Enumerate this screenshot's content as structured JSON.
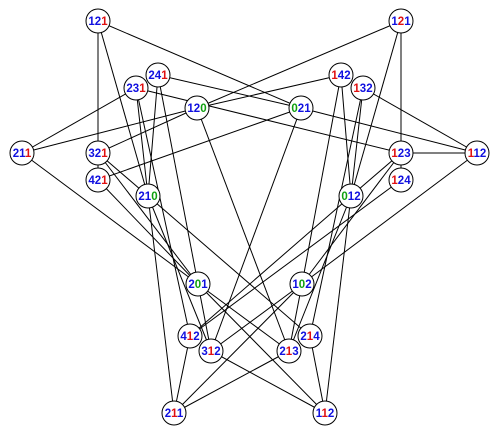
{
  "colors": {
    "blue": "#1010e0",
    "red": "#e01010",
    "green": "#10a010",
    "edge": "#000000",
    "node_fill": "#ffffff",
    "node_stroke": "#000000"
  },
  "nodes": [
    {
      "id": "n_top_left_121",
      "digits": [
        {
          "d": "1",
          "c": "blue"
        },
        {
          "d": "2",
          "c": "blue"
        },
        {
          "d": "1",
          "c": "red"
        }
      ]
    },
    {
      "id": "n_top_right_121",
      "digits": [
        {
          "d": "1",
          "c": "blue"
        },
        {
          "d": "2",
          "c": "red"
        },
        {
          "d": "1",
          "c": "blue"
        }
      ]
    },
    {
      "id": "n_241",
      "digits": [
        {
          "d": "2",
          "c": "blue"
        },
        {
          "d": "4",
          "c": "blue"
        },
        {
          "d": "1",
          "c": "red"
        }
      ]
    },
    {
      "id": "n_231",
      "digits": [
        {
          "d": "2",
          "c": "blue"
        },
        {
          "d": "3",
          "c": "blue"
        },
        {
          "d": "1",
          "c": "red"
        }
      ]
    },
    {
      "id": "n_120",
      "digits": [
        {
          "d": "1",
          "c": "blue"
        },
        {
          "d": "2",
          "c": "blue"
        },
        {
          "d": "0",
          "c": "green"
        }
      ]
    },
    {
      "id": "n_142",
      "digits": [
        {
          "d": "1",
          "c": "red"
        },
        {
          "d": "4",
          "c": "blue"
        },
        {
          "d": "2",
          "c": "blue"
        }
      ]
    },
    {
      "id": "n_132",
      "digits": [
        {
          "d": "1",
          "c": "red"
        },
        {
          "d": "3",
          "c": "blue"
        },
        {
          "d": "2",
          "c": "blue"
        }
      ]
    },
    {
      "id": "n_021",
      "digits": [
        {
          "d": "0",
          "c": "green"
        },
        {
          "d": "2",
          "c": "blue"
        },
        {
          "d": "1",
          "c": "blue"
        }
      ]
    },
    {
      "id": "n_211_left",
      "digits": [
        {
          "d": "2",
          "c": "blue"
        },
        {
          "d": "1",
          "c": "blue"
        },
        {
          "d": "1",
          "c": "red"
        }
      ]
    },
    {
      "id": "n_321",
      "digits": [
        {
          "d": "3",
          "c": "blue"
        },
        {
          "d": "2",
          "c": "blue"
        },
        {
          "d": "1",
          "c": "red"
        }
      ]
    },
    {
      "id": "n_123",
      "digits": [
        {
          "d": "1",
          "c": "red"
        },
        {
          "d": "2",
          "c": "blue"
        },
        {
          "d": "3",
          "c": "blue"
        }
      ]
    },
    {
      "id": "n_112_right",
      "digits": [
        {
          "d": "1",
          "c": "red"
        },
        {
          "d": "1",
          "c": "blue"
        },
        {
          "d": "2",
          "c": "blue"
        }
      ]
    },
    {
      "id": "n_421",
      "digits": [
        {
          "d": "4",
          "c": "blue"
        },
        {
          "d": "2",
          "c": "blue"
        },
        {
          "d": "1",
          "c": "red"
        }
      ]
    },
    {
      "id": "n_124",
      "digits": [
        {
          "d": "1",
          "c": "red"
        },
        {
          "d": "2",
          "c": "blue"
        },
        {
          "d": "4",
          "c": "blue"
        }
      ]
    },
    {
      "id": "n_210",
      "digits": [
        {
          "d": "2",
          "c": "blue"
        },
        {
          "d": "1",
          "c": "blue"
        },
        {
          "d": "0",
          "c": "green"
        }
      ]
    },
    {
      "id": "n_012",
      "digits": [
        {
          "d": "0",
          "c": "green"
        },
        {
          "d": "1",
          "c": "blue"
        },
        {
          "d": "2",
          "c": "blue"
        }
      ]
    },
    {
      "id": "n_201",
      "digits": [
        {
          "d": "2",
          "c": "blue"
        },
        {
          "d": "0",
          "c": "green"
        },
        {
          "d": "1",
          "c": "blue"
        }
      ]
    },
    {
      "id": "n_102",
      "digits": [
        {
          "d": "1",
          "c": "blue"
        },
        {
          "d": "0",
          "c": "green"
        },
        {
          "d": "2",
          "c": "blue"
        }
      ]
    },
    {
      "id": "n_412",
      "digits": [
        {
          "d": "4",
          "c": "blue"
        },
        {
          "d": "1",
          "c": "red"
        },
        {
          "d": "2",
          "c": "blue"
        }
      ]
    },
    {
      "id": "n_214",
      "digits": [
        {
          "d": "2",
          "c": "blue"
        },
        {
          "d": "1",
          "c": "red"
        },
        {
          "d": "4",
          "c": "blue"
        }
      ]
    },
    {
      "id": "n_312",
      "digits": [
        {
          "d": "3",
          "c": "blue"
        },
        {
          "d": "1",
          "c": "red"
        },
        {
          "d": "2",
          "c": "blue"
        }
      ]
    },
    {
      "id": "n_213",
      "digits": [
        {
          "d": "2",
          "c": "blue"
        },
        {
          "d": "1",
          "c": "red"
        },
        {
          "d": "3",
          "c": "blue"
        }
      ]
    },
    {
      "id": "n_211_bottom",
      "digits": [
        {
          "d": "2",
          "c": "blue"
        },
        {
          "d": "1",
          "c": "red"
        },
        {
          "d": "1",
          "c": "blue"
        }
      ]
    },
    {
      "id": "n_112_bottom",
      "digits": [
        {
          "d": "1",
          "c": "blue"
        },
        {
          "d": "1",
          "c": "red"
        },
        {
          "d": "2",
          "c": "blue"
        }
      ]
    }
  ],
  "edges": [
    [
      "n_top_left_121",
      "n_021"
    ],
    [
      "n_top_left_121",
      "n_210"
    ],
    [
      "n_top_left_121",
      "n_321"
    ],
    [
      "n_top_left_121",
      "n_421"
    ],
    [
      "n_top_right_121",
      "n_120"
    ],
    [
      "n_top_right_121",
      "n_012"
    ],
    [
      "n_top_right_121",
      "n_123"
    ],
    [
      "n_top_right_121",
      "n_124"
    ],
    [
      "n_241",
      "n_021"
    ],
    [
      "n_241",
      "n_201"
    ],
    [
      "n_241",
      "n_210"
    ],
    [
      "n_231",
      "n_123"
    ],
    [
      "n_231",
      "n_210"
    ],
    [
      "n_231",
      "n_412"
    ],
    [
      "n_142",
      "n_120"
    ],
    [
      "n_142",
      "n_102"
    ],
    [
      "n_142",
      "n_012"
    ],
    [
      "n_132",
      "n_112_right"
    ],
    [
      "n_132",
      "n_012"
    ],
    [
      "n_132",
      "n_214"
    ],
    [
      "n_120",
      "n_211_left"
    ],
    [
      "n_120",
      "n_321"
    ],
    [
      "n_120",
      "n_213"
    ],
    [
      "n_021",
      "n_112_right"
    ],
    [
      "n_021",
      "n_421"
    ],
    [
      "n_021",
      "n_312"
    ],
    [
      "n_211_left",
      "n_201"
    ],
    [
      "n_211_left",
      "n_231"
    ],
    [
      "n_112_right",
      "n_102"
    ],
    [
      "n_112_right",
      "n_123"
    ],
    [
      "n_321",
      "n_210"
    ],
    [
      "n_321",
      "n_201"
    ],
    [
      "n_123",
      "n_012"
    ],
    [
      "n_123",
      "n_102"
    ],
    [
      "n_421",
      "n_201"
    ],
    [
      "n_124",
      "n_412"
    ],
    [
      "n_210",
      "n_211_bottom"
    ],
    [
      "n_210",
      "n_312"
    ],
    [
      "n_210",
      "n_214"
    ],
    [
      "n_012",
      "n_112_bottom"
    ],
    [
      "n_012",
      "n_213"
    ],
    [
      "n_012",
      "n_412"
    ],
    [
      "n_201",
      "n_312"
    ],
    [
      "n_201",
      "n_213"
    ],
    [
      "n_201",
      "n_112_bottom"
    ],
    [
      "n_102",
      "n_312"
    ],
    [
      "n_102",
      "n_213"
    ],
    [
      "n_102",
      "n_211_bottom"
    ],
    [
      "n_412",
      "n_211_bottom"
    ],
    [
      "n_214",
      "n_112_bottom"
    ],
    [
      "n_312",
      "n_112_bottom"
    ],
    [
      "n_213",
      "n_211_bottom"
    ]
  ]
}
